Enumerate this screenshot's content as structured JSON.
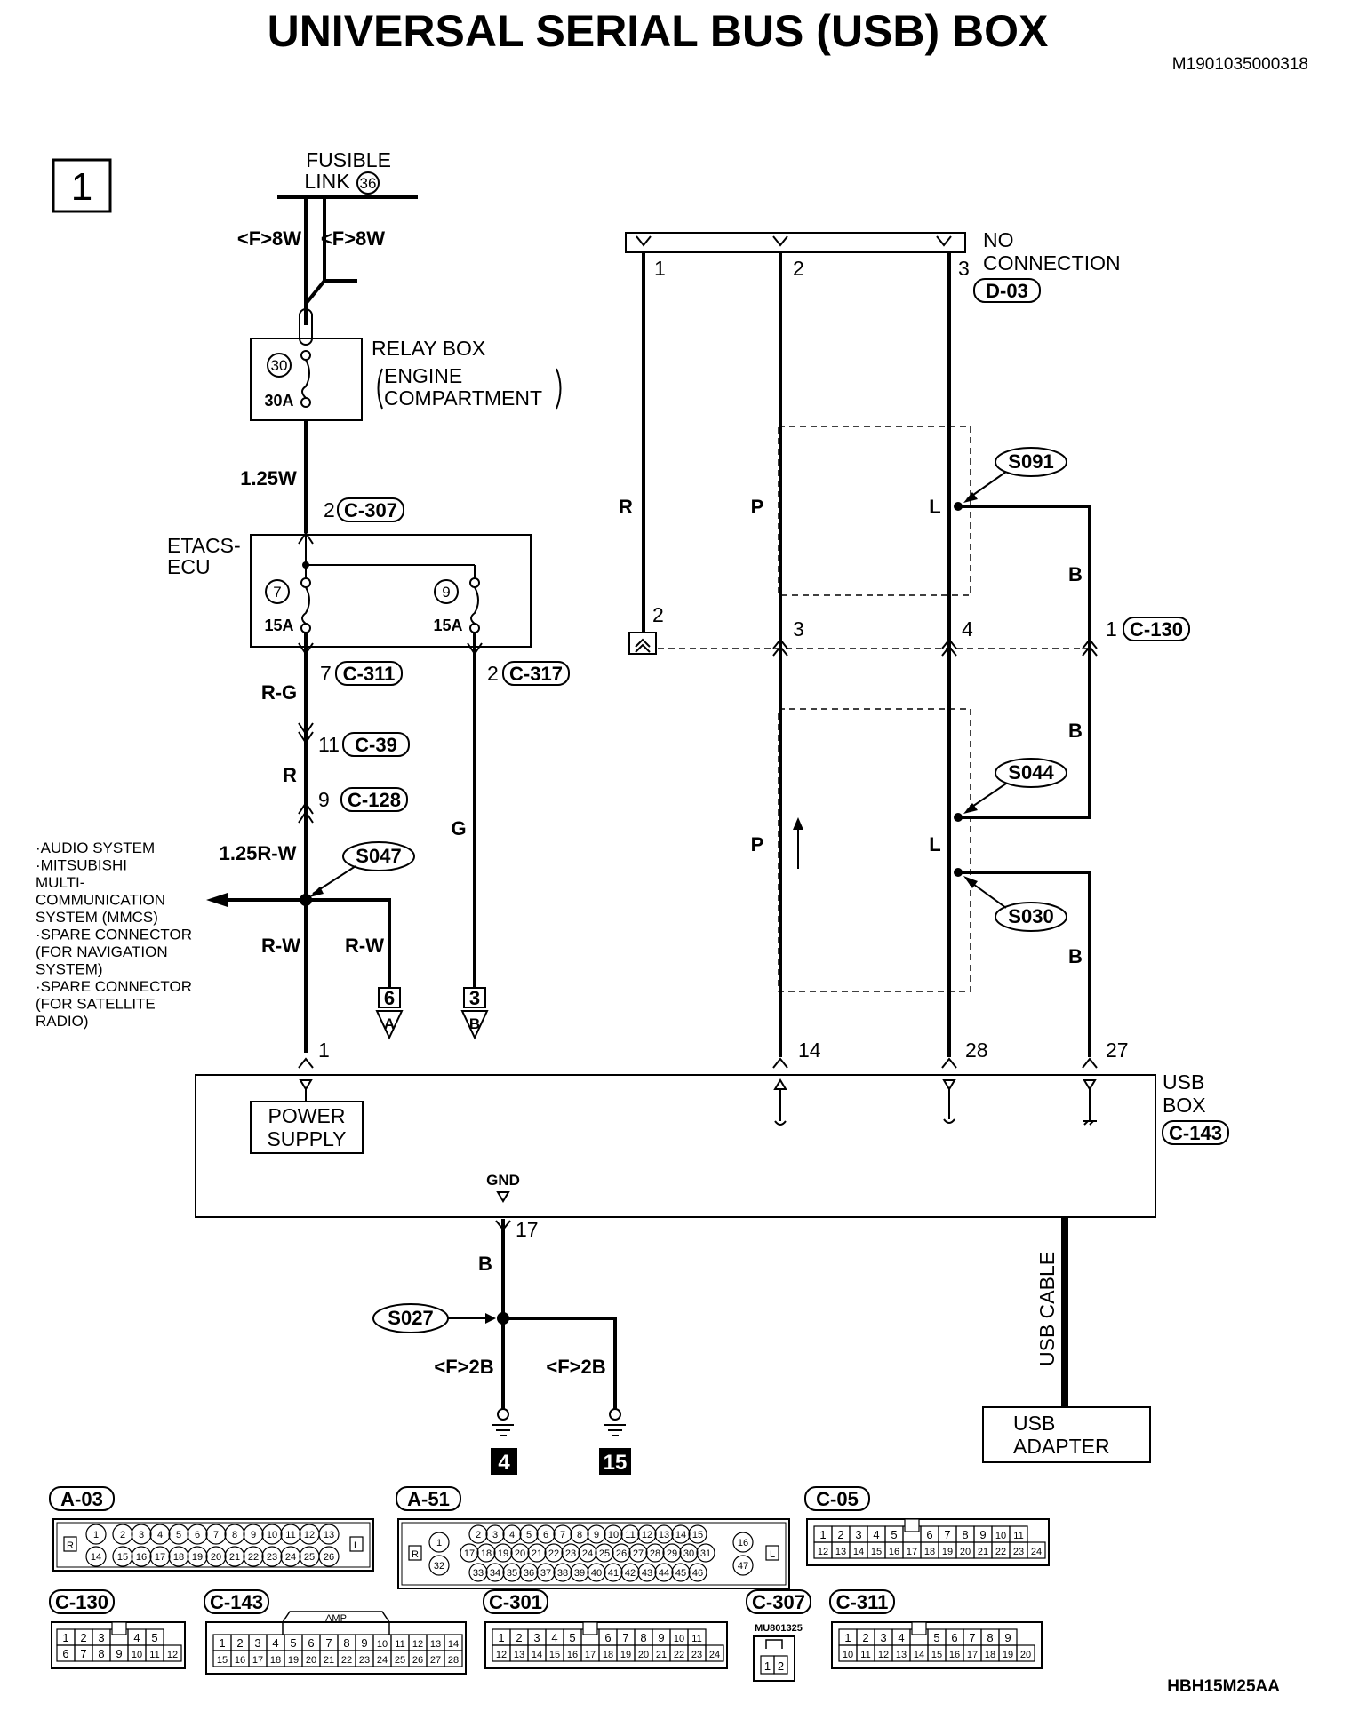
{
  "title": "UNIVERSAL SERIAL BUS (USB) BOX",
  "doc_code": "M1901035000318",
  "footer_code": "HBH15M25AA",
  "page_number": "1",
  "power": {
    "fusible_link_line1": "FUSIBLE",
    "fusible_link_line2": "LINK",
    "fusible_link_number": "36",
    "wire_left": "<F>8W",
    "wire_right": "<F>8W",
    "relay_box_title": "RELAY BOX",
    "relay_box_line2": "ENGINE",
    "relay_box_line3": "COMPARTMENT",
    "relay_fuse_number": "30",
    "relay_fuse_rating": "30A",
    "wire_after_relay": "1.25W",
    "etacs_line1": "ETACS-",
    "etacs_line2": "ECU",
    "fuse7_number": "7",
    "fuse7_rating": "15A",
    "fuse9_number": "9",
    "fuse9_rating": "15A",
    "wire_rg": "R-G",
    "wire_r": "R",
    "wire_g": "G",
    "wire_125rw": "1.25R-W",
    "wire_rw_main": "R-W",
    "wire_rw_branch": "R-W",
    "splice_s047": "S047",
    "ref_a_num": "6",
    "ref_a_letter": "A",
    "ref_b_num": "3",
    "ref_b_letter": "B"
  },
  "connectors_ref": {
    "c307_pin": "2",
    "c307": "C-307",
    "c311_pin": "7",
    "c311": "C-311",
    "c317_pin": "2",
    "c317": "C-317",
    "c39_pin": "11",
    "c39": "C-39",
    "c128_pin": "9",
    "c128": "C-128",
    "d03": "D-03",
    "c130_pin": "1",
    "c130": "C-130",
    "c143": "C-143"
  },
  "branch_list": [
    "·AUDIO SYSTEM",
    "·MITSUBISHI",
    "MULTI-",
    "COMMUNICATION",
    "SYSTEM (MMCS)",
    "·SPARE CONNECTOR",
    "(FOR NAVIGATION",
    "SYSTEM)",
    "·SPARE CONNECTOR",
    "(FOR SATELLITE",
    "RADIO)"
  ],
  "no_connection": {
    "line1": "NO",
    "line2": "CONNECTION",
    "pin1": "1",
    "pin2": "2",
    "pin3": "3",
    "wire_r": "R",
    "wire_p1": "P",
    "wire_l1": "L",
    "wire_b1": "B",
    "s091": "S091",
    "pin_c130_2": "2",
    "pin_c130_3": "3",
    "pin_c130_4": "4",
    "wire_b2": "B",
    "s044": "S044",
    "wire_p2": "P",
    "wire_l2": "L",
    "s030": "S030",
    "wire_b3": "B"
  },
  "usb_box": {
    "pin1": "1",
    "pin14": "14",
    "pin28": "28",
    "pin27": "27",
    "pin17": "17",
    "name_line1": "USB",
    "name_line2": "BOX",
    "power_line1": "POWER",
    "power_line2": "SUPPLY",
    "gnd": "GND"
  },
  "ground": {
    "wire_b": "B",
    "s027": "S027",
    "wire_left": "<F>2B",
    "wire_right": "<F>2B",
    "ground_a": "4",
    "ground_b": "15"
  },
  "usb_cable": "USB CABLE",
  "usb_adapter_line1": "USB",
  "usb_adapter_line2": "ADAPTER",
  "connector_views": {
    "a03": {
      "name": "A-03",
      "side_left": "R",
      "side_right": "L",
      "row1": [
        "1",
        "2",
        "3",
        "4",
        "5",
        "6",
        "7",
        "8",
        "9",
        "10",
        "11",
        "12",
        "13"
      ],
      "row2": [
        "14",
        "15",
        "16",
        "17",
        "18",
        "19",
        "20",
        "21",
        "22",
        "23",
        "24",
        "25",
        "26"
      ]
    },
    "a51": {
      "name": "A-51",
      "side_left": "R",
      "side_right": "L",
      "row1": [
        "2",
        "3",
        "4",
        "5",
        "6",
        "7",
        "8",
        "9",
        "10",
        "11",
        "12",
        "13",
        "14",
        "15"
      ],
      "row2": [
        "17",
        "18",
        "19",
        "20",
        "21",
        "22",
        "23",
        "24",
        "25",
        "26",
        "27",
        "28",
        "29",
        "30",
        "31"
      ],
      "row3": [
        "33",
        "34",
        "35",
        "36",
        "37",
        "38",
        "39",
        "40",
        "41",
        "42",
        "43",
        "44",
        "45",
        "46"
      ],
      "left_top": "1",
      "left_bottom": "32",
      "right_top": "16",
      "right_bottom": "47"
    },
    "c05": {
      "name": "C-05",
      "row1": [
        "1",
        "2",
        "3",
        "4",
        "5",
        "",
        "6",
        "7",
        "8",
        "9",
        "10",
        "11"
      ],
      "row2": [
        "12",
        "13",
        "14",
        "15",
        "16",
        "17",
        "18",
        "19",
        "20",
        "21",
        "22",
        "23",
        "24"
      ]
    },
    "c130": {
      "name": "C-130",
      "row1": [
        "1",
        "2",
        "3",
        "",
        "4",
        "5"
      ],
      "row2": [
        "6",
        "7",
        "8",
        "9",
        "10",
        "11",
        "12"
      ]
    },
    "c143": {
      "name": "C-143",
      "amp": "AMP",
      "row1": [
        "1",
        "2",
        "3",
        "4",
        "5",
        "6",
        "7",
        "8",
        "9",
        "10",
        "11",
        "12",
        "13",
        "14"
      ],
      "row2": [
        "15",
        "16",
        "17",
        "18",
        "19",
        "20",
        "21",
        "22",
        "23",
        "24",
        "25",
        "26",
        "27",
        "28"
      ]
    },
    "c301": {
      "name": "C-301",
      "row1": [
        "1",
        "2",
        "3",
        "4",
        "5",
        "",
        "6",
        "7",
        "8",
        "9",
        "10",
        "11"
      ],
      "row2": [
        "12",
        "13",
        "14",
        "15",
        "16",
        "17",
        "18",
        "19",
        "20",
        "21",
        "22",
        "23",
        "24"
      ]
    },
    "c307": {
      "name": "C-307",
      "part": "MU801325",
      "row1": [
        "1",
        "2"
      ]
    },
    "c311": {
      "name": "C-311",
      "row1": [
        "1",
        "2",
        "3",
        "4",
        "",
        "5",
        "6",
        "7",
        "8",
        "9"
      ],
      "row2": [
        "10",
        "11",
        "12",
        "13",
        "14",
        "15",
        "16",
        "17",
        "18",
        "19",
        "20"
      ]
    }
  }
}
